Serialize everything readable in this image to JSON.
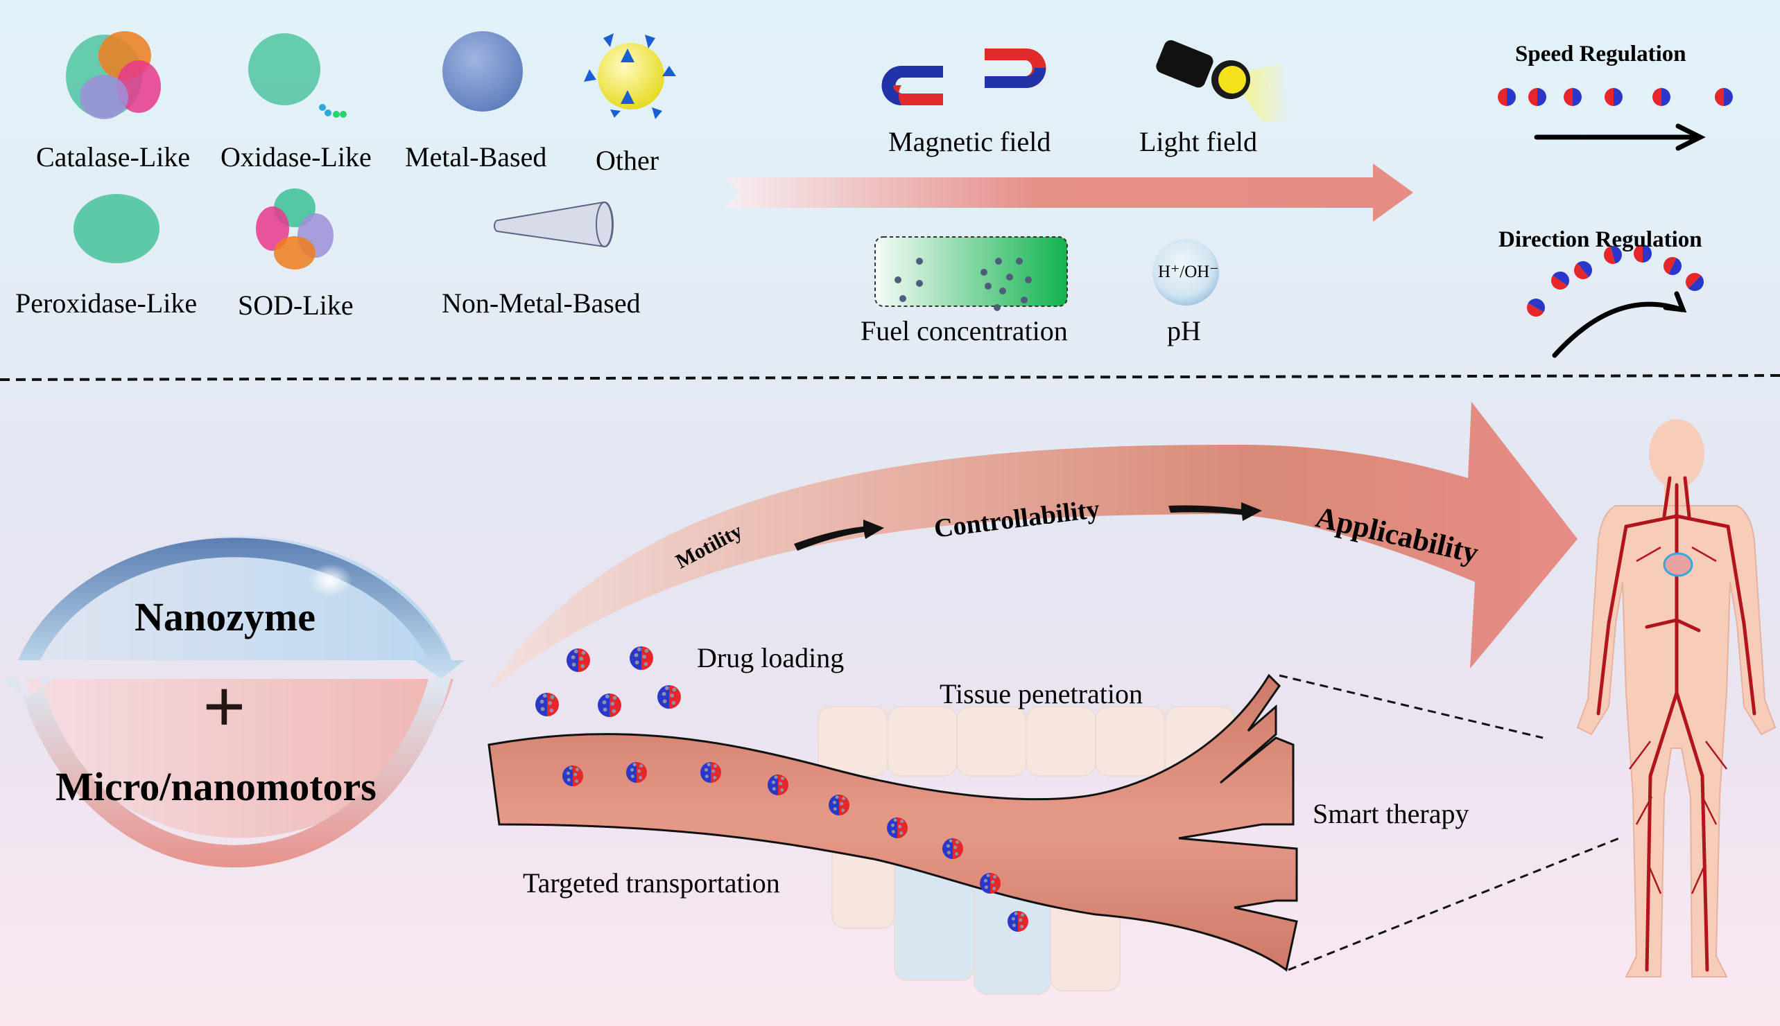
{
  "top_panel": {
    "nanozyme_types": [
      {
        "label": "Catalase-Like",
        "icon": "protein-structure-multicolor"
      },
      {
        "label": "Oxidase-Like",
        "icon": "protein-structure-green"
      },
      {
        "label": "Metal-Based",
        "icon": "metal-nanoparticle-sphere"
      },
      {
        "label": "Other",
        "icon": "framework-cage-structure"
      },
      {
        "label": "Peroxidase-Like",
        "icon": "protein-structure-green"
      },
      {
        "label": "SOD-Like",
        "icon": "protein-structure-multicolor"
      },
      {
        "label": "Non-Metal-Based",
        "icon": "carbon-nanotube"
      }
    ],
    "stimuli": [
      {
        "label": "Magnetic field",
        "icon": "horseshoe-magnet"
      },
      {
        "label": "Light field",
        "icon": "flashlight"
      },
      {
        "label": "Fuel concentration",
        "icon": "fuel-gradient-box"
      },
      {
        "label": "pH",
        "icon": "water-droplet",
        "inner_text": "H⁺/OH⁻"
      }
    ],
    "regulation": {
      "speed_title": "Speed Regulation",
      "direction_title": "Direction Regulation",
      "speed_particle_count": 6,
      "direction_particle_count": 7
    }
  },
  "bottom_panel": {
    "cycle": {
      "top_label": "Nanozyme",
      "plus": "+",
      "bottom_label": "Micro/nanomotors"
    },
    "progression": {
      "steps": [
        "Motility",
        "Controllability",
        "Applicability"
      ]
    },
    "process_labels": {
      "drug_loading": "Drug loading",
      "tissue_penetration": "Tissue penetration",
      "smart_therapy": "Smart therapy",
      "targeted_transportation": "Targeted transportation"
    },
    "body_figure": "human-circulatory-system"
  },
  "colors": {
    "arrow_pink": "#e58c84",
    "cycle_blue": "#5b7fb3",
    "cycle_pink": "#e8928c",
    "vessel": "#d98a78",
    "janus_red": "#e5262a",
    "janus_blue": "#2b37c9",
    "artery": "#b0141c"
  }
}
